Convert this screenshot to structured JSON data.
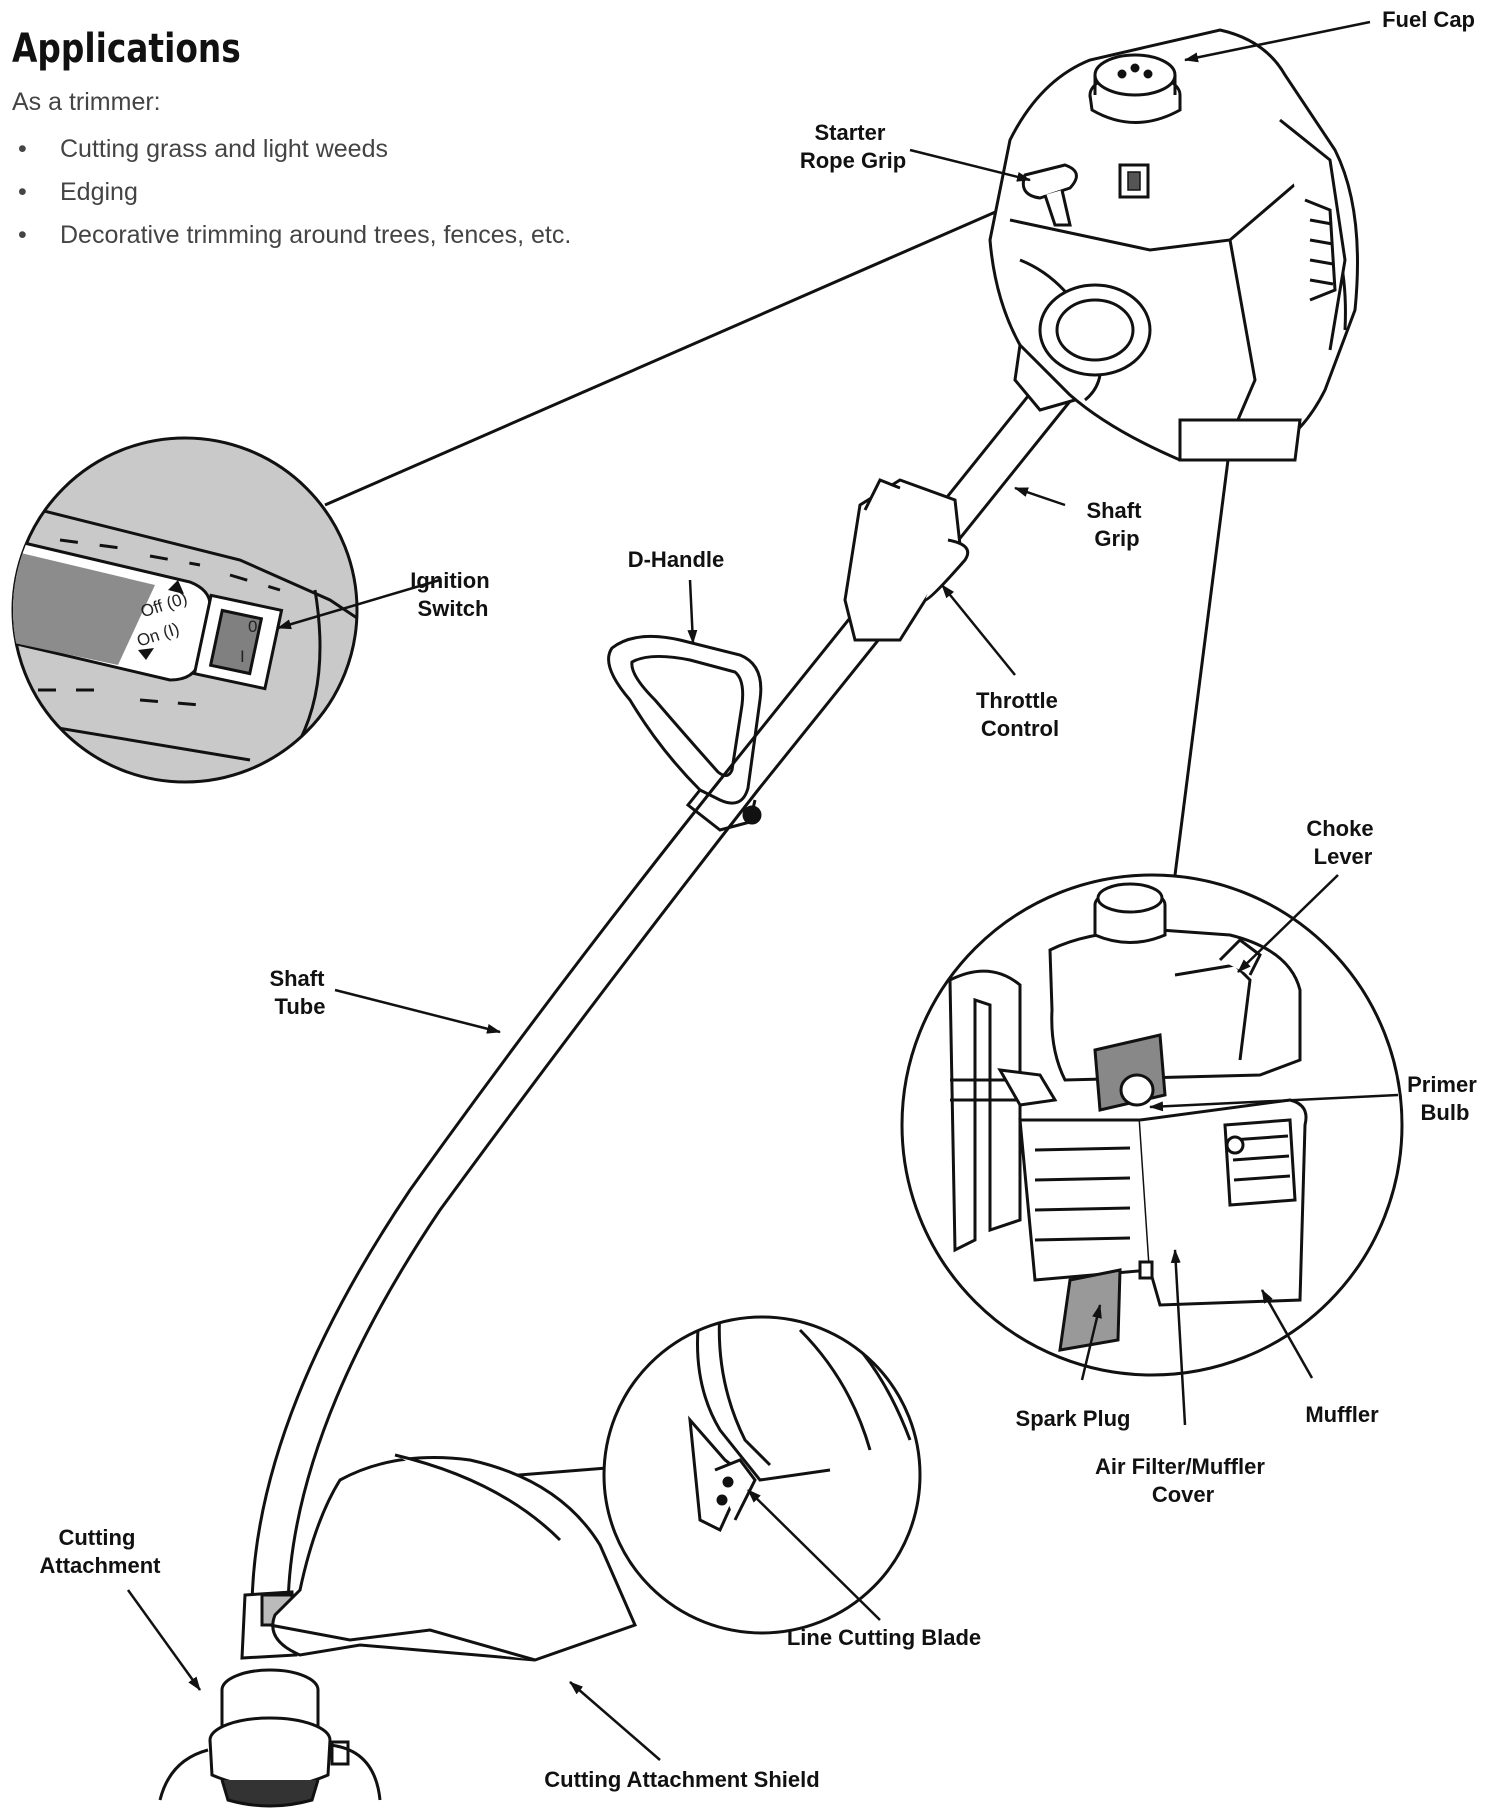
{
  "heading": "Applications",
  "intro": "As a trimmer:",
  "applications": [
    "Cutting grass and light weeds",
    "Edging",
    "Decorative trimming around trees, fences, etc."
  ],
  "labels": {
    "fuel_cap": "Fuel Cap",
    "starter_rope_grip": [
      "Starter",
      "Rope Grip"
    ],
    "ignition_switch": [
      "Ignition",
      "Switch"
    ],
    "d_handle": "D-Handle",
    "shaft_grip": [
      "Shaft",
      "Grip"
    ],
    "throttle_control": [
      "Throttle",
      "Control"
    ],
    "choke_lever": [
      "Choke",
      "Lever"
    ],
    "primer_bulb": [
      "Primer",
      "Bulb"
    ],
    "shaft_tube": [
      "Shaft",
      "Tube"
    ],
    "spark_plug": "Spark Plug",
    "muffler": "Muffler",
    "air_filter_cover": [
      "Air Filter/Muffler",
      "Cover"
    ],
    "cutting_attachment": [
      "Cutting",
      "Attachment"
    ],
    "line_cutting_blade": "Line Cutting Blade",
    "cutting_attachment_shield": "Cutting Attachment Shield"
  },
  "switch_text": {
    "off": "Off (0)",
    "on": "On (I)",
    "zero": "0",
    "one": "I"
  }
}
